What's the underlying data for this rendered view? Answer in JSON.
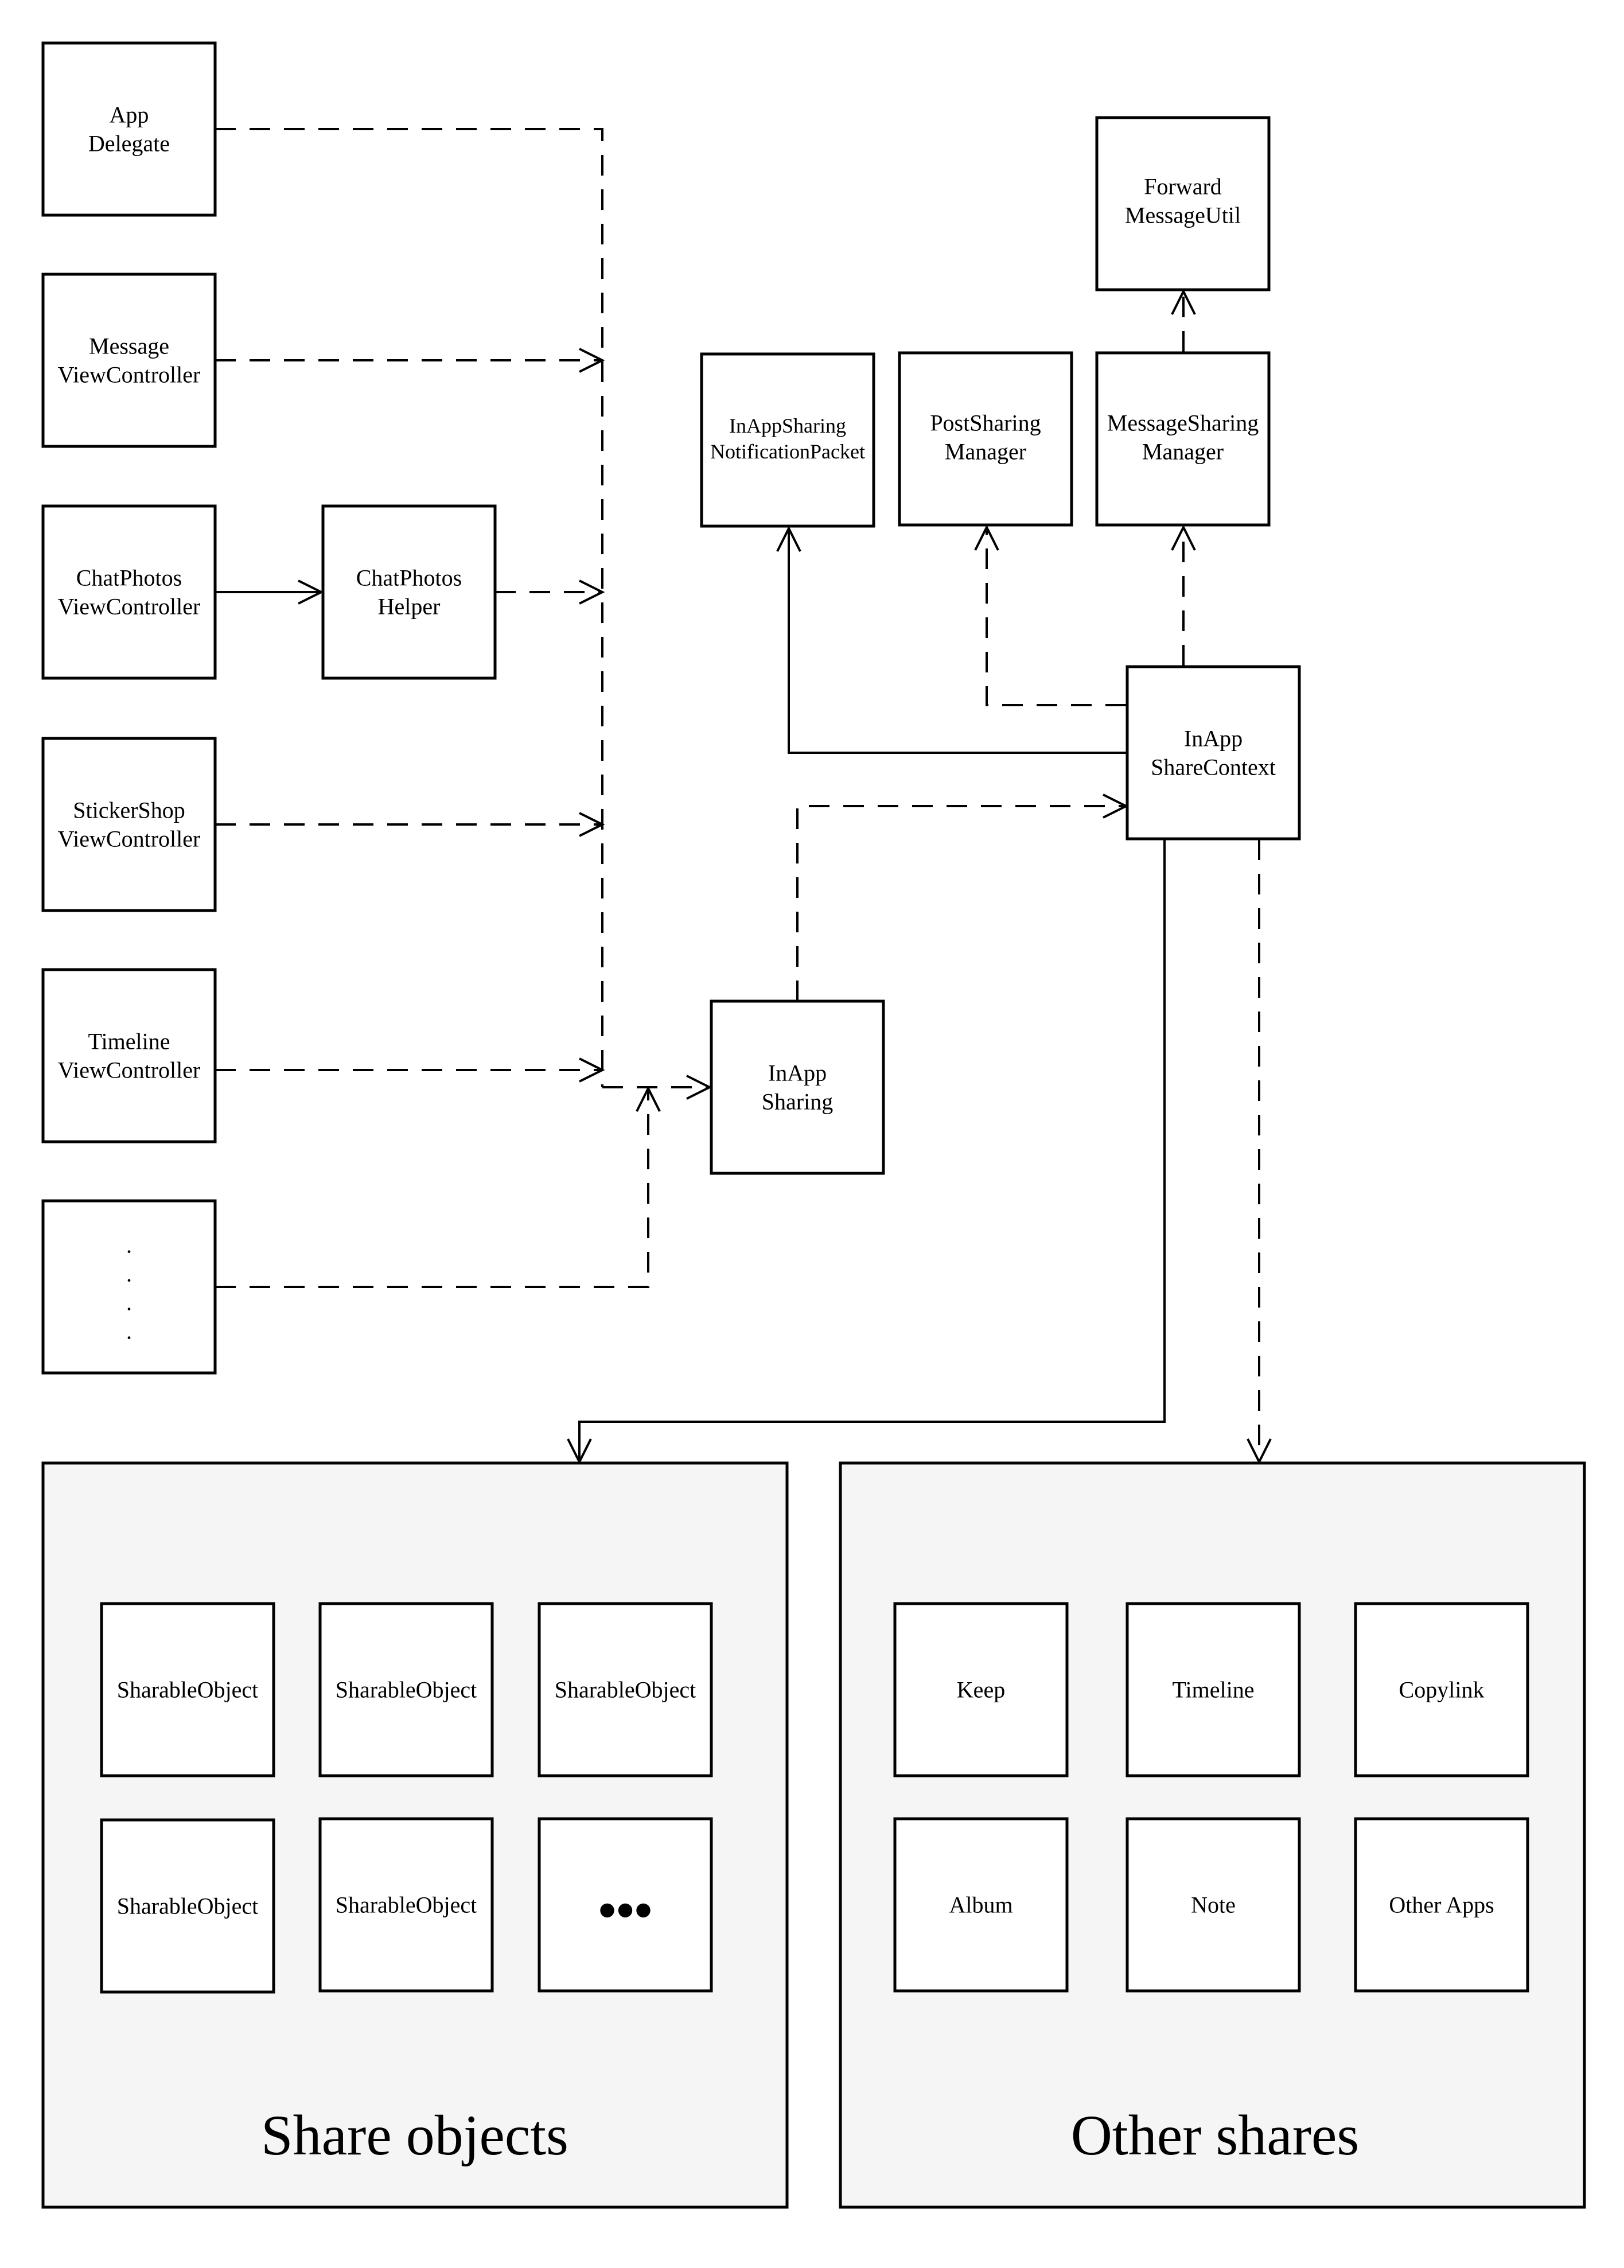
{
  "nodes": {
    "app_delegate": [
      "App",
      "Delegate"
    ],
    "message_view_controller": [
      "Message",
      "ViewController"
    ],
    "chat_photos_view_controller": [
      "ChatPhotos",
      "ViewController"
    ],
    "chat_photos_helper": [
      "ChatPhotos",
      "Helper"
    ],
    "sticker_shop_view_controller": [
      "StickerShop",
      "ViewController"
    ],
    "timeline_view_controller": [
      "Timeline",
      "ViewController"
    ],
    "more_sources": [
      ".",
      ".",
      ".",
      "."
    ],
    "in_app_sharing": [
      "InApp",
      "Sharing"
    ],
    "in_app_share_context": [
      "InApp",
      "ShareContext"
    ],
    "in_app_sharing_notification_packet": [
      "InAppSharing",
      "NotificationPacket"
    ],
    "post_sharing_manager": [
      "PostSharing",
      "Manager"
    ],
    "message_sharing_manager": [
      "MessageSharing",
      "Manager"
    ],
    "forward_message_util": [
      "Forward",
      "MessageUtil"
    ]
  },
  "groups": {
    "share_objects": {
      "title": "Share objects",
      "items": [
        "SharableObject",
        "SharableObject",
        "SharableObject",
        "SharableObject",
        "SharableObject",
        "•••"
      ]
    },
    "other_shares": {
      "title": "Other shares",
      "items": [
        "Keep",
        "Timeline",
        "Copylink",
        "Album",
        "Note",
        "Other Apps"
      ]
    }
  },
  "edges": [
    {
      "from": "app_delegate",
      "to": "in_app_sharing",
      "style": "dashed"
    },
    {
      "from": "message_view_controller",
      "to": "in_app_sharing",
      "style": "dashed"
    },
    {
      "from": "chat_photos_view_controller",
      "to": "chat_photos_helper",
      "style": "solid"
    },
    {
      "from": "chat_photos_helper",
      "to": "in_app_sharing",
      "style": "dashed"
    },
    {
      "from": "sticker_shop_view_controller",
      "to": "in_app_sharing",
      "style": "dashed"
    },
    {
      "from": "timeline_view_controller",
      "to": "in_app_sharing",
      "style": "dashed"
    },
    {
      "from": "more_sources",
      "to": "in_app_sharing",
      "style": "dashed"
    },
    {
      "from": "in_app_sharing",
      "to": "in_app_share_context",
      "style": "dashed"
    },
    {
      "from": "in_app_share_context",
      "to": "in_app_sharing_notification_packet",
      "style": "solid"
    },
    {
      "from": "in_app_share_context",
      "to": "post_sharing_manager",
      "style": "dashed"
    },
    {
      "from": "in_app_share_context",
      "to": "message_sharing_manager",
      "style": "dashed"
    },
    {
      "from": "message_sharing_manager",
      "to": "forward_message_util",
      "style": "dashed"
    },
    {
      "from": "in_app_share_context",
      "to": "share_objects",
      "style": "solid"
    },
    {
      "from": "in_app_share_context",
      "to": "other_shares",
      "style": "dashed"
    }
  ]
}
